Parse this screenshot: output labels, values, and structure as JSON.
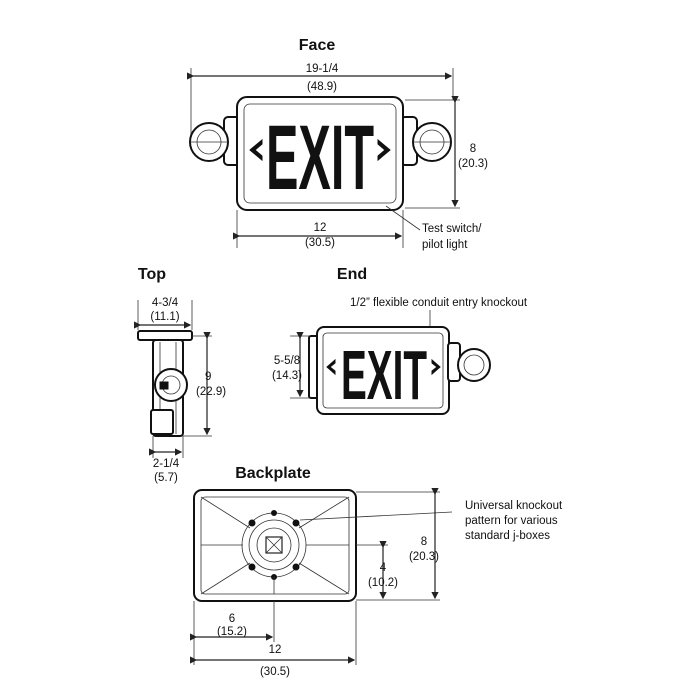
{
  "face": {
    "title": "Face",
    "width_in": "19-1/4",
    "width_cm": "(48.9)",
    "height_in": "8",
    "height_cm": "(20.3)",
    "sign_width_in": "12",
    "sign_width_cm": "(30.5)",
    "callout_line1": "Test switch/",
    "callout_line2": "pilot light",
    "sign_text": "EXIT"
  },
  "top": {
    "title": "Top",
    "depth_in": "4-3/4",
    "depth_cm": "(11.1)",
    "length_in": "9",
    "length_cm": "(22.9)",
    "base_in": "2-1/4",
    "base_cm": "(5.7)"
  },
  "end": {
    "title": "End",
    "callout": "1/2” flexible conduit entry knockout",
    "height_in": "5-5/8",
    "height_cm": "(14.3)",
    "sign_text": "EXIT"
  },
  "backplate": {
    "title": "Backplate",
    "callout_line1": "Universal knockout",
    "callout_line2": "pattern for various",
    "callout_line3": "standard j-boxes",
    "height_in": "8",
    "height_cm": "(20.3)",
    "half_height_in": "4",
    "half_height_cm": "(10.2)",
    "half_width_in": "6",
    "half_width_cm": "(15.2)",
    "width_in": "12",
    "width_cm": "(30.5)"
  },
  "colors": {
    "ink": "#111111",
    "background": "#ffffff"
  }
}
